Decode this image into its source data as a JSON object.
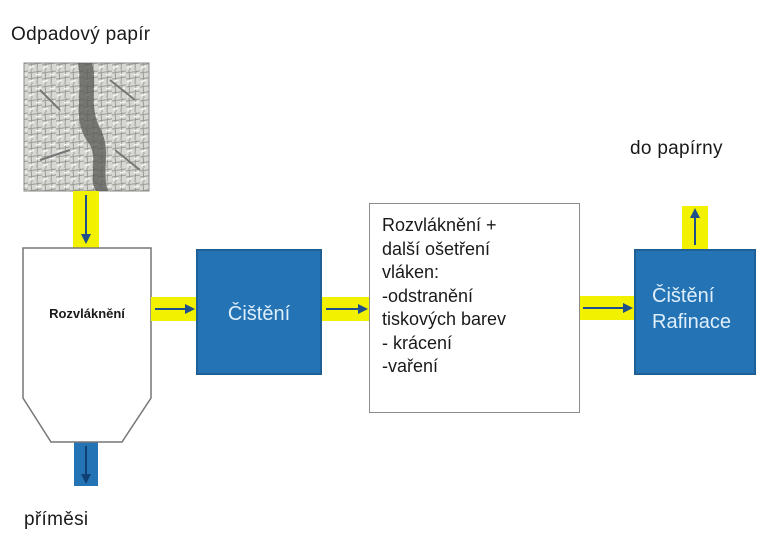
{
  "labels": {
    "waste_paper": "Odpadový papír",
    "to_mill": "do papírny",
    "admixtures": "příměsi"
  },
  "nodes": {
    "pulper": "Rozvláknění",
    "cleaning": "Čištění",
    "treatment_lines": [
      "Rozvláknění +",
      "další ošetření",
      "vláken:",
      "-odstranění",
      "tiskových barev",
      "- krácení",
      "-vaření"
    ],
    "final_lines": [
      "Čištění",
      "Rafinace"
    ]
  },
  "colors": {
    "blue_box": "#2474b5",
    "pipe": "#f2f200",
    "arrow": "#1e4f8a"
  }
}
